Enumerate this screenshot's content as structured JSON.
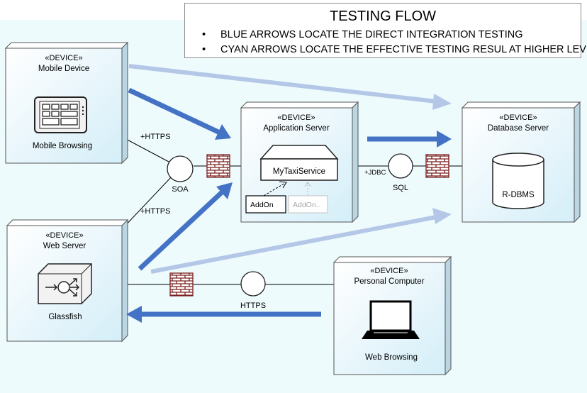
{
  "legend": {
    "title": "TESTING FLOW",
    "items": [
      "BLUE ARROWS LOCATE THE DIRECT INTEGRATION TESTING",
      "CYAN ARROWS LOCATE THE EFFECTIVE TESTING RESUL AT HIGHER LEVEL"
    ]
  },
  "nodes": {
    "mobile": {
      "stereotype": "«DEVICE»",
      "name": "Mobile Device",
      "content": "Mobile Browsing"
    },
    "app": {
      "stereotype": "«DEVICE»",
      "name": "Application Server",
      "component": "MyTaxiService",
      "addon1": "AddOn",
      "addon2": "AddOn.."
    },
    "db": {
      "stereotype": "«DEVICE»",
      "name": "Database Server",
      "content": "R-DBMS"
    },
    "web": {
      "stereotype": "«DEVICE»",
      "name": "Web Server",
      "content": "Glassfish"
    },
    "pc": {
      "stereotype": "«DEVICE»",
      "name": "Personal Computer",
      "content": "Web Browsing"
    }
  },
  "connections": {
    "https_top": "+HTTPS",
    "https_bottom": "+HTTPS",
    "soa": "SOA",
    "jdbc": "+JDBC",
    "sql": "SQL",
    "https_pc": "HTTPS"
  },
  "colors": {
    "background": "#eefbfd",
    "node_fill": "#ddf1f8",
    "blue_arrow": "#4472c4",
    "cyan_arrow": "#b4c7e7",
    "firewall": "#8b1a1a"
  }
}
